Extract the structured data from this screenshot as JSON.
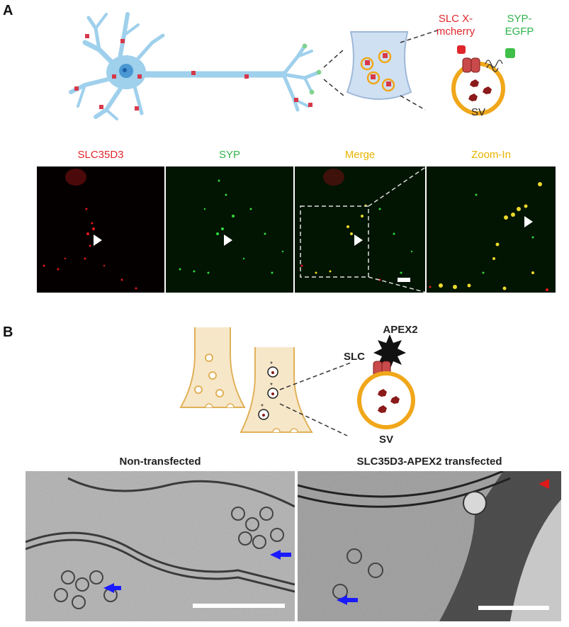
{
  "panel_a": {
    "letter": "A",
    "labels": {
      "slc_x_line1": "SLC X-",
      "slc_x_line2": "mcherry",
      "syp_line1": "SYP-",
      "syp_line2": "EGFP",
      "sv": "SV"
    },
    "channels": [
      {
        "label": "SLC35D3",
        "color": "#e0262b"
      },
      {
        "label": "SYP",
        "color": "#2fb34a"
      },
      {
        "label": "Merge",
        "color": "#e8b400"
      },
      {
        "label": "Zoom-In",
        "color": "#e8b400"
      }
    ]
  },
  "panel_b": {
    "letter": "B",
    "labels": {
      "apex2": "APEX2",
      "slc": "SLC",
      "sv": "SV"
    },
    "em_titles": {
      "left": "Non-transfected",
      "right": "SLC35D3-APEX2 transfected"
    }
  }
}
